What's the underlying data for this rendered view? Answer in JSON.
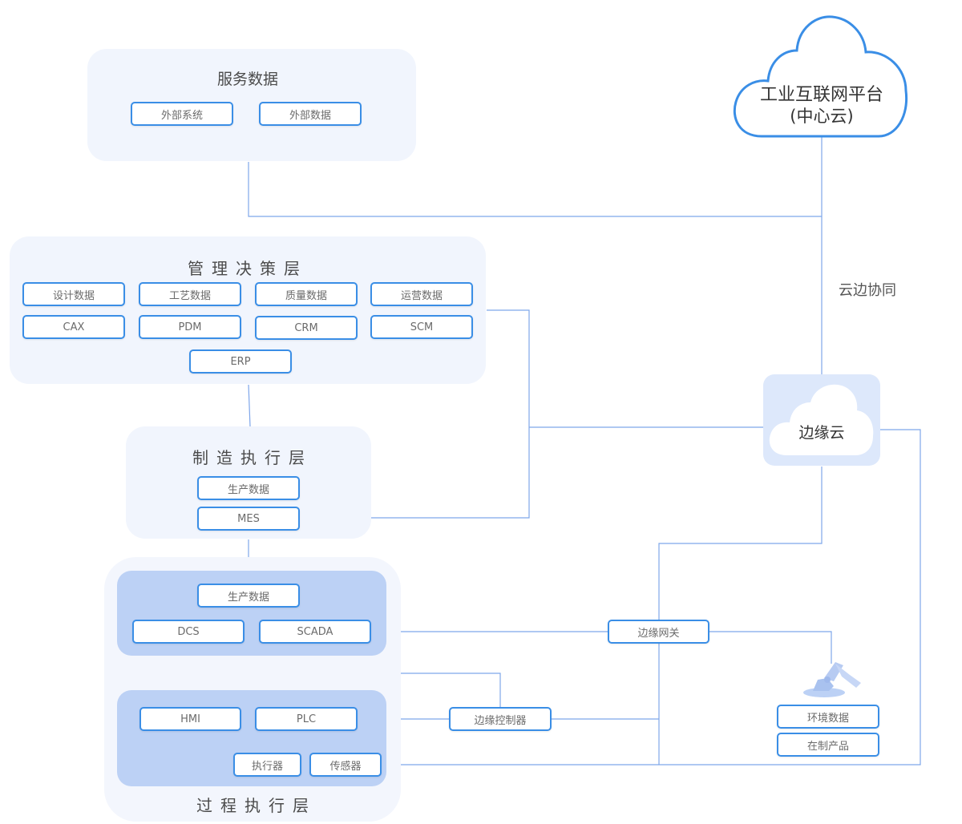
{
  "center_cloud": {
    "line1": "工业互联网平台",
    "line2": "(中心云)"
  },
  "cloud_edge_label": "云边协同",
  "edge_cloud_label": "边缘云",
  "service_layer": {
    "title": "服务数据",
    "boxes": [
      "外部系统",
      "外部数据"
    ]
  },
  "management_layer": {
    "title": "管理决策层",
    "row1": [
      "设计数据",
      "工艺数据",
      "质量数据",
      "运营数据"
    ],
    "row2": [
      "CAX",
      "PDM",
      "CRM",
      "SCM"
    ],
    "row3": [
      "ERP"
    ]
  },
  "manufacturing_layer": {
    "title": "制造执行层",
    "boxes": [
      "生产数据",
      "MES"
    ]
  },
  "process_layer": {
    "title": "过程执行层",
    "upper": {
      "data": "生产数据",
      "dcs": "DCS",
      "scada": "SCADA"
    },
    "lower": {
      "hmi": "HMI",
      "plc": "PLC",
      "actuator": "执行器",
      "sensor": "传感器"
    }
  },
  "edge_gateway": "边缘网关",
  "edge_controller": "边缘控制器",
  "field_items": [
    "环境数据",
    "在制产品"
  ],
  "colors": {
    "box_border": "#3a8ee6",
    "line": "#6f9fe6",
    "panel": "#f1f5fd",
    "panel_dark": "#bcd1f5"
  },
  "icons": {
    "robot": "robot-arm-icon",
    "center_cloud": "cloud-icon",
    "edge_cloud": "cloud-icon"
  }
}
